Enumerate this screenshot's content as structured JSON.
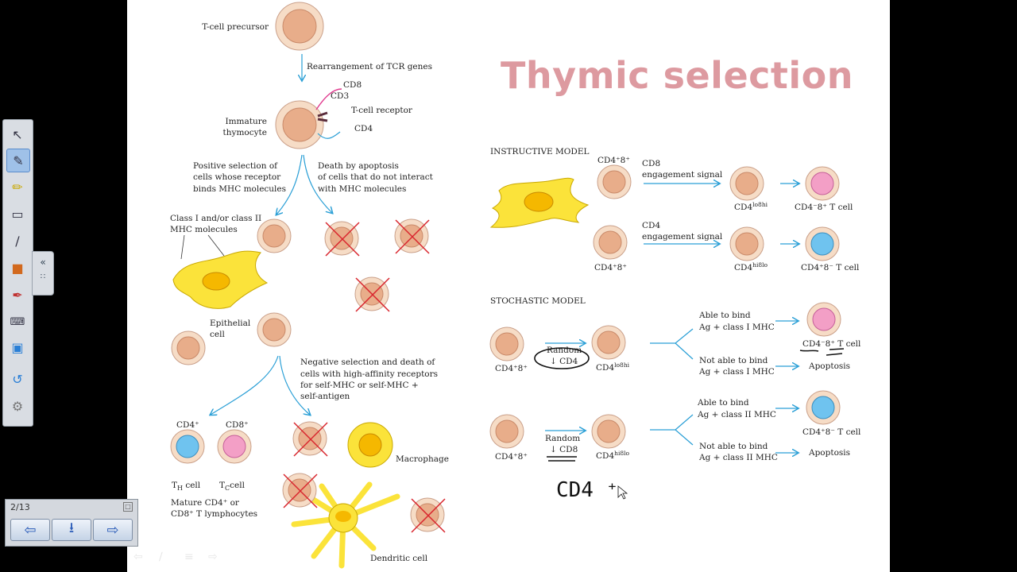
{
  "slide": {
    "title": "Thymic selection",
    "left_diagram": {
      "t_cell_precursor": "T-cell precursor",
      "rearrangement": "Rearrangement of TCR genes",
      "cd8": "CD8",
      "cd3": "CD3",
      "tcr": "T-cell receptor",
      "cd4": "CD4",
      "immature_thymocyte": [
        "Immature",
        "thymocyte"
      ],
      "positive_selection": [
        "Positive selection of",
        "cells whose receptor",
        "binds MHC molecules"
      ],
      "death_by_apoptosis": [
        "Death by apoptosis",
        "of cells that do not interact",
        "with MHC molecules"
      ],
      "mhc_label": [
        "Class I and/or class II",
        "MHC molecules"
      ],
      "epithelial_cell": [
        "Epithelial",
        "cell"
      ],
      "negative_selection": [
        "Negative selection and death of",
        "cells with high-affinity receptors",
        "for self-MHC or self-MHC +",
        "self-antigen"
      ],
      "cd4_plus": "CD4⁺",
      "cd8_plus": "CD8⁺",
      "th_cell": "T",
      "th_sub": "H",
      "th_suffix": " cell",
      "tc_cell": "T",
      "tc_sub": "C",
      "tc_suffix": "cell",
      "mature": [
        "Mature CD4⁺ or",
        "CD8⁺ T lymphocytes"
      ],
      "macrophage": "Macrophage",
      "dendritic_cell": "Dendritic cell"
    },
    "instructive": {
      "heading": "INSTRUCTIVE MODEL",
      "cd48_top": "CD4⁺8⁺",
      "cd48_bottom": "CD4⁺8⁺",
      "cd8_signal": [
        "CD8",
        "engagement signal"
      ],
      "cd4_signal": [
        "CD4",
        "engagement signal"
      ],
      "cd4lo8hi": "CD4",
      "cd4lo8hi_sup": "lo8hi",
      "cd4hi8lo": "CD4",
      "cd4hi8lo_sup": "hi8lo",
      "result_top": "CD4⁻8⁺ T cell",
      "result_bottom": "CD4⁺8⁻ T cell"
    },
    "stochastic": {
      "heading": "STOCHASTIC MODEL",
      "row1": {
        "start": "CD4⁺8⁺",
        "random": "Random",
        "down": "↓ CD4",
        "mid": "CD4",
        "mid_sup": "lo8hi",
        "bind": [
          "Able to bind",
          "Ag + class I MHC"
        ],
        "nobind": [
          "Not able to bind",
          "Ag + class I MHC"
        ],
        "result": "CD4⁻8⁺ T cell",
        "apoptosis": "Apoptosis"
      },
      "row2": {
        "start": "CD4⁺8⁺",
        "random": "Random",
        "down": "↓ CD8",
        "mid": "CD4",
        "mid_sup": "hi8lo",
        "bind": [
          "Able to bind",
          "Ag + class II MHC"
        ],
        "nobind": [
          "Not able to bind",
          "Ag + class II MHC"
        ],
        "result": "CD4⁺8⁻ T cell",
        "apoptosis": "Apoptosis"
      }
    },
    "handwriting": "CD4 ⁺"
  },
  "toolbar": {
    "tools": [
      "select-icon",
      "pen-icon",
      "highlighter-icon",
      "eraser-icon",
      "line-icon",
      "shapes-icon",
      "magic-pen-icon",
      "keyboard-icon",
      "capture-icon",
      "undo-icon",
      "settings-icon"
    ],
    "collapse_label": "«"
  },
  "pager": {
    "page_label": "2/13"
  },
  "colors": {
    "title": "#dd9aa0",
    "cell_fill": "#e8ad8a",
    "cell_ring": "#f6dcc6",
    "epithelial": "#fbe33a",
    "arrow": "#2a9fd6",
    "pink_cell": "#f39fc6",
    "blue_cell": "#6fc3ef",
    "red_x": "#d9262e"
  }
}
